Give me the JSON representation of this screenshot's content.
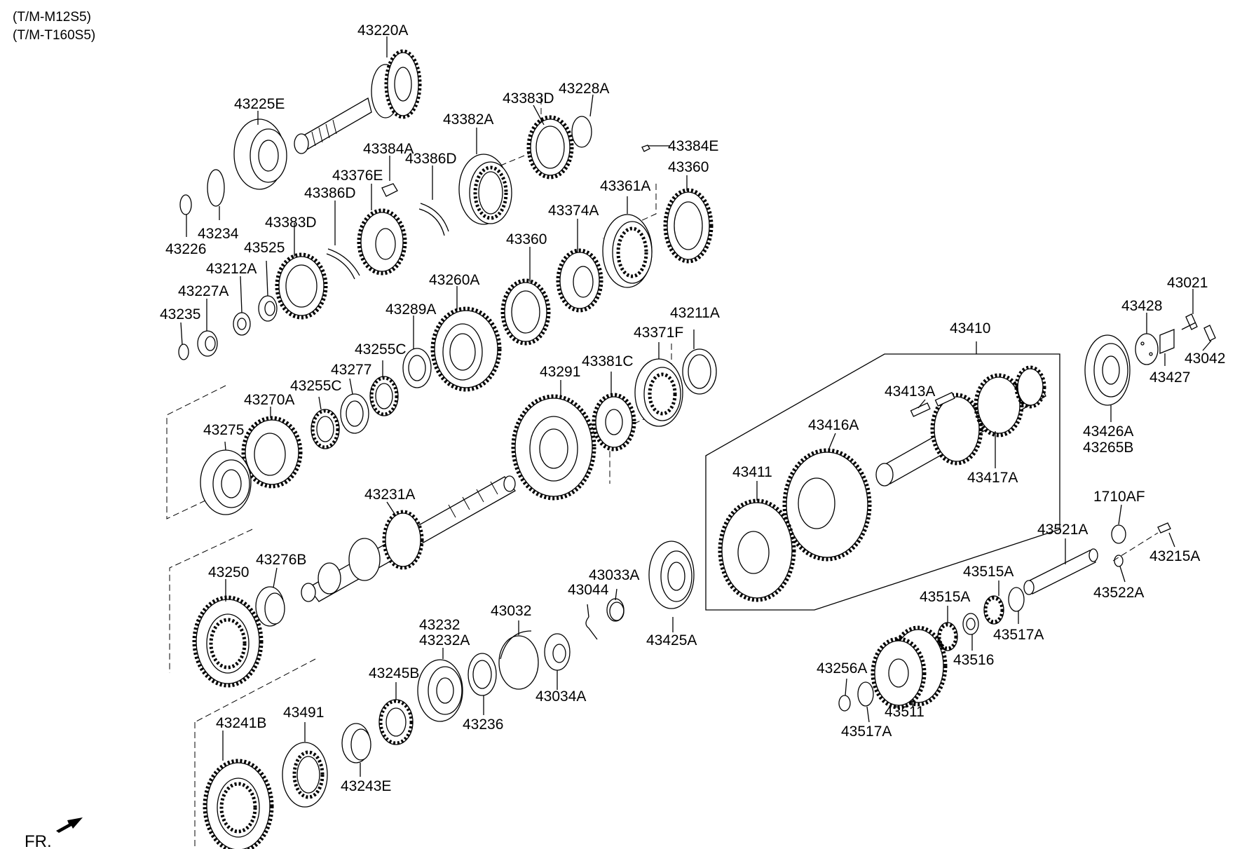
{
  "header": {
    "line1": "(T/M-M12S5)",
    "line2": "(T/M-T160S5)"
  },
  "front_marker": {
    "label": "FR."
  },
  "parts": [
    {
      "id": "p01",
      "label": "43220A"
    },
    {
      "id": "p02",
      "label": "43225E"
    },
    {
      "id": "p03",
      "label": "43383D"
    },
    {
      "id": "p04",
      "label": "43228A"
    },
    {
      "id": "p05",
      "label": "43382A"
    },
    {
      "id": "p06",
      "label": "43384A"
    },
    {
      "id": "p07",
      "label": "43386D"
    },
    {
      "id": "p08",
      "label": "43376E"
    },
    {
      "id": "p09",
      "label": "43386D"
    },
    {
      "id": "p10",
      "label": "43384E"
    },
    {
      "id": "p11",
      "label": "43360"
    },
    {
      "id": "p12",
      "label": "43361A"
    },
    {
      "id": "p13",
      "label": "43374A"
    },
    {
      "id": "p14",
      "label": "43360"
    },
    {
      "id": "p15",
      "label": "43226"
    },
    {
      "id": "p16",
      "label": "43234"
    },
    {
      "id": "p17",
      "label": "43383D"
    },
    {
      "id": "p18",
      "label": "43525"
    },
    {
      "id": "p19",
      "label": "43212A"
    },
    {
      "id": "p20",
      "label": "43227A"
    },
    {
      "id": "p21",
      "label": "43235"
    },
    {
      "id": "p22",
      "label": "43260A"
    },
    {
      "id": "p23",
      "label": "43289A"
    },
    {
      "id": "p24",
      "label": "43255C"
    },
    {
      "id": "p25",
      "label": "43277"
    },
    {
      "id": "p26",
      "label": "43255C"
    },
    {
      "id": "p27",
      "label": "43270A"
    },
    {
      "id": "p28",
      "label": "43275"
    },
    {
      "id": "p29",
      "label": "43211A"
    },
    {
      "id": "p30",
      "label": "43371F"
    },
    {
      "id": "p31",
      "label": "43381C"
    },
    {
      "id": "p32",
      "label": "43291"
    },
    {
      "id": "p33",
      "label": "43410"
    },
    {
      "id": "p34",
      "label": "43413A"
    },
    {
      "id": "p35",
      "label": "43416A"
    },
    {
      "id": "p36",
      "label": "43411"
    },
    {
      "id": "p37",
      "label": "43417A"
    },
    {
      "id": "p38",
      "label": "43021"
    },
    {
      "id": "p39",
      "label": "43428"
    },
    {
      "id": "p40",
      "label": "43042"
    },
    {
      "id": "p41",
      "label": "43427"
    },
    {
      "id": "p42",
      "label": "43426A"
    },
    {
      "id": "p43",
      "label": "43265B"
    },
    {
      "id": "p44",
      "label": "43231A"
    },
    {
      "id": "p45",
      "label": "43250"
    },
    {
      "id": "p46",
      "label": "43276B"
    },
    {
      "id": "p47",
      "label": "43033A"
    },
    {
      "id": "p48",
      "label": "43044"
    },
    {
      "id": "p49",
      "label": "43425A"
    },
    {
      "id": "p50",
      "label": "43032"
    },
    {
      "id": "p51",
      "label": "43232"
    },
    {
      "id": "p52",
      "label": "43232A"
    },
    {
      "id": "p53",
      "label": "43245B"
    },
    {
      "id": "p54",
      "label": "43236"
    },
    {
      "id": "p55",
      "label": "43034A"
    },
    {
      "id": "p56",
      "label": "43241B"
    },
    {
      "id": "p57",
      "label": "43491"
    },
    {
      "id": "p58",
      "label": "43243E"
    },
    {
      "id": "p59",
      "label": "1710AF"
    },
    {
      "id": "p60",
      "label": "43521A"
    },
    {
      "id": "p61",
      "label": "43215A"
    },
    {
      "id": "p62",
      "label": "43522A"
    },
    {
      "id": "p63",
      "label": "43515A"
    },
    {
      "id": "p64",
      "label": "43515A"
    },
    {
      "id": "p65",
      "label": "43517A"
    },
    {
      "id": "p66",
      "label": "43516"
    },
    {
      "id": "p67",
      "label": "43256A"
    },
    {
      "id": "p68",
      "label": "43511"
    },
    {
      "id": "p69",
      "label": "43517A"
    }
  ]
}
